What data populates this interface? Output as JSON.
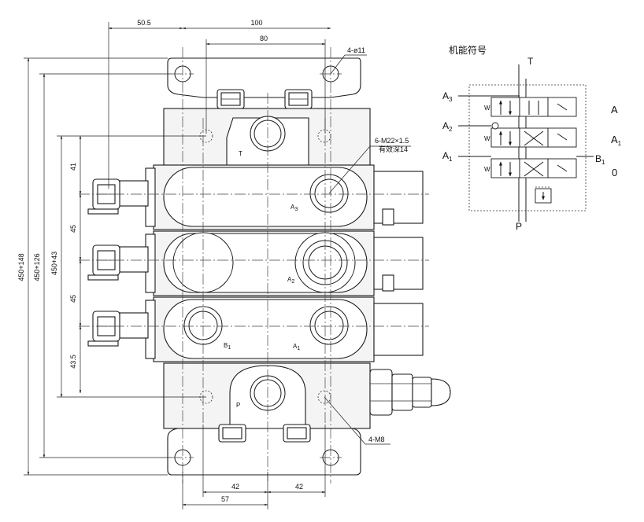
{
  "dimensions": {
    "top": [
      "50.5",
      "100",
      "80"
    ],
    "left": [
      "41",
      "45",
      "45",
      "43.5"
    ],
    "left_totals": [
      "450+148",
      "450+126",
      "450+43"
    ],
    "bottom": [
      "42",
      "42",
      "57"
    ]
  },
  "callouts": {
    "holes": "4-ø11",
    "thread_size": "6-M22×1.5",
    "thread_depth": "有效深14",
    "bolts": "4-M8"
  },
  "ports": {
    "t": "T",
    "p": "P",
    "a3": "A",
    "a3_sub": "3",
    "a2": "A",
    "a2_sub": "2",
    "a1": "A",
    "a1_sub": "1",
    "b1": "B",
    "b1_sub": "1"
  },
  "symbol": {
    "title": "机能符号",
    "t": "T",
    "p": "P",
    "a3": "A",
    "a3_sub": "3",
    "a2": "A",
    "a2_sub": "2",
    "a1": "A",
    "a1_sub": "1",
    "b1": "B",
    "b1_sub": "1",
    "spring": "W"
  },
  "functions": {
    "a": "A",
    "a1": "A",
    "a1_sub": "1",
    "zero": "0"
  }
}
